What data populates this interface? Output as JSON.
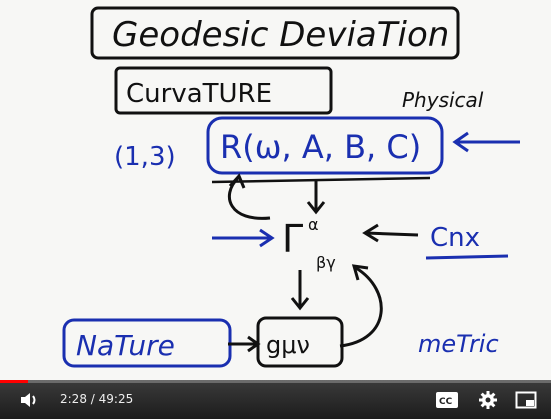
{
  "board": {
    "title": "Geodesic DeviaTion",
    "subtitle": "CurvaTURE",
    "physical": "Physical",
    "riemann": "R(ω, A, B, C)",
    "rank": "(1,3)",
    "gamma": "Γ",
    "gamma_sup": "α",
    "gamma_sub": "βγ",
    "cnx": "Cnx",
    "nature": "NaTure",
    "metric_tensor": "gμν",
    "metric": "meTric"
  },
  "player": {
    "current_time": "2:28",
    "separator": " / ",
    "duration": "49:25",
    "progress": 0.05,
    "accent_color": "#ff0000",
    "icons": {
      "volume": "volume-icon",
      "captions": "captions-icon",
      "settings": "gear-icon",
      "miniplayer": "miniplayer-icon"
    }
  }
}
